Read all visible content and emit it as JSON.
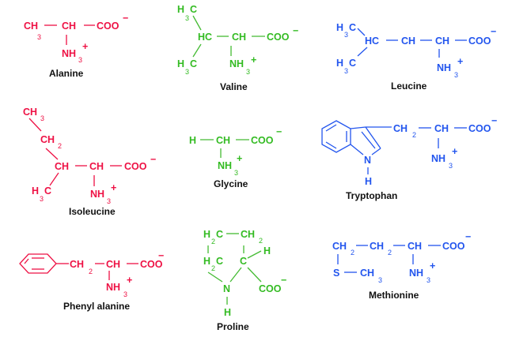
{
  "colors": {
    "red": "#ee1144",
    "green": "#33bb22",
    "blue": "#2255ee",
    "label": "#111111"
  },
  "atoms": {
    "CH": "CH",
    "HC": "HC",
    "COO": "COO",
    "NH": "NH",
    "H": "H",
    "C": "C",
    "N": "N",
    "S": "S",
    "three": "3",
    "two": "2",
    "plus": "+",
    "minus": "−"
  },
  "amino_acids": [
    {
      "name": "Alanine",
      "color": "red"
    },
    {
      "name": "Valine",
      "color": "green"
    },
    {
      "name": "Leucine",
      "color": "blue"
    },
    {
      "name": "Isoleucine",
      "color": "red"
    },
    {
      "name": "Glycine",
      "color": "green"
    },
    {
      "name": "Tryptophan",
      "color": "blue"
    },
    {
      "name": "Phenyl alanine",
      "color": "red"
    },
    {
      "name": "Proline",
      "color": "green"
    },
    {
      "name": "Methionine",
      "color": "blue"
    }
  ]
}
